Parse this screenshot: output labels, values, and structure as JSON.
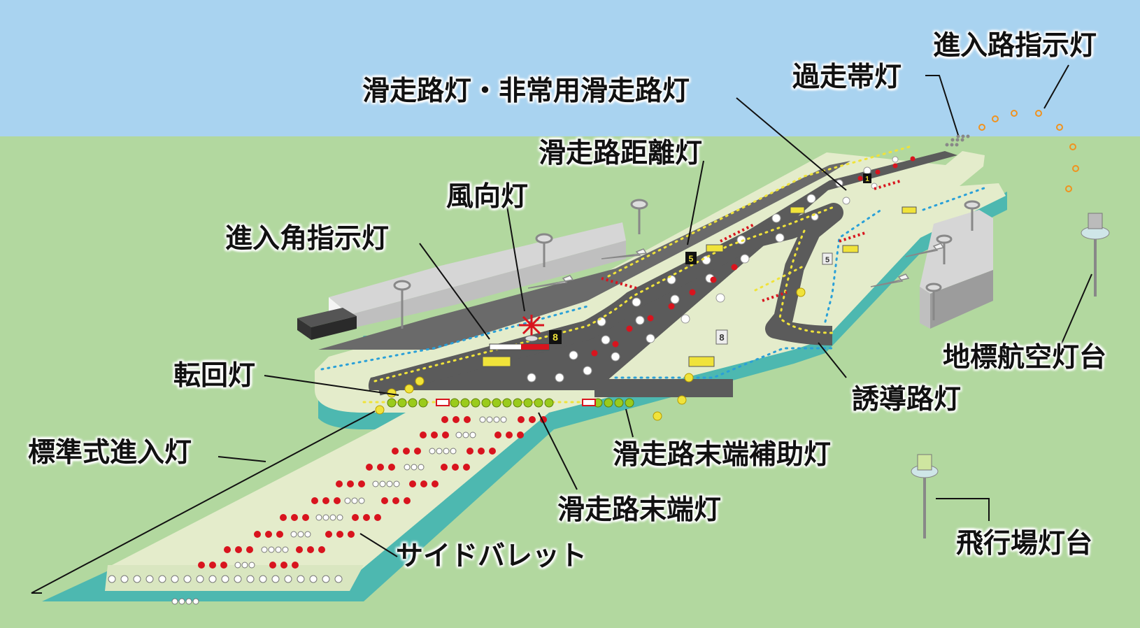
{
  "colors": {
    "sky": "#a9d3f0",
    "grass": "#b2d89f",
    "apron": "#e4eccb",
    "runway": "#5b5b5b",
    "taxiway_light": "#f0e33a",
    "edge_light_blue": "#2aa0d8",
    "red_light": "#d8141e",
    "green_light": "#9acb1c",
    "amber_light": "#f0921e"
  },
  "labels": {
    "runway_edge": "滑走路灯・非常用滑走路灯",
    "overrun": "過走帯灯",
    "approach_guide": "進入路指示灯",
    "distance_marker": "滑走路距離灯",
    "wind_direction": "風向灯",
    "papi": "進入角指示灯",
    "turning_pad": "転回灯",
    "standard_approach": "標準式進入灯",
    "threshold_wingbar": "滑走路末端補助灯",
    "threshold": "滑走路末端灯",
    "side_row": "サイドバレット",
    "taxiway_edge": "誘導路灯",
    "landmark_beacon": "地標航空灯台",
    "aerodrome_beacon": "飛行場灯台"
  },
  "signs": {
    "distance_left": "8",
    "distance_mid_left": "5",
    "distance_far": "1",
    "distance_right": "8",
    "distance_mid_right": "5"
  }
}
